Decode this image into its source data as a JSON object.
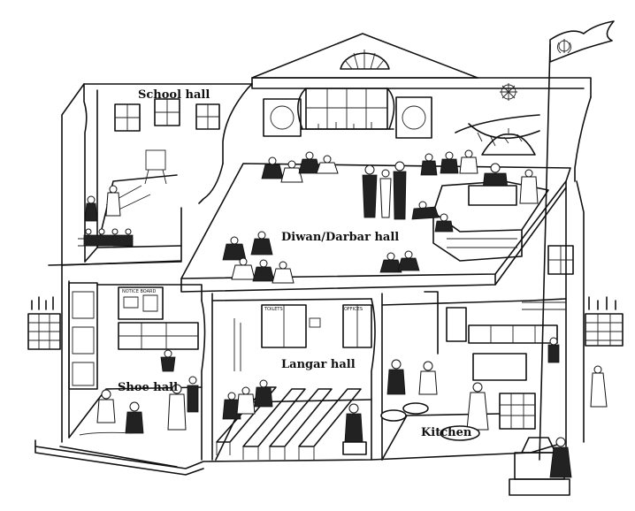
{
  "labels": {
    "school_hall": "School hall",
    "diwan_hall": "Diwan/Darbar hall",
    "shoe_hall": "Shoe hall",
    "langar_hall": "Langar hall",
    "kitchen": "Kitchen",
    "notice_board": "NOTICE BOARD",
    "toilets": "TOILETS",
    "offices": "OFFICES"
  },
  "colors": {
    "ink": "#111111",
    "paper": "#ffffff"
  },
  "icons": {
    "flag": "khanda-flag-icon",
    "canopy": "palki-canopy-icon"
  }
}
